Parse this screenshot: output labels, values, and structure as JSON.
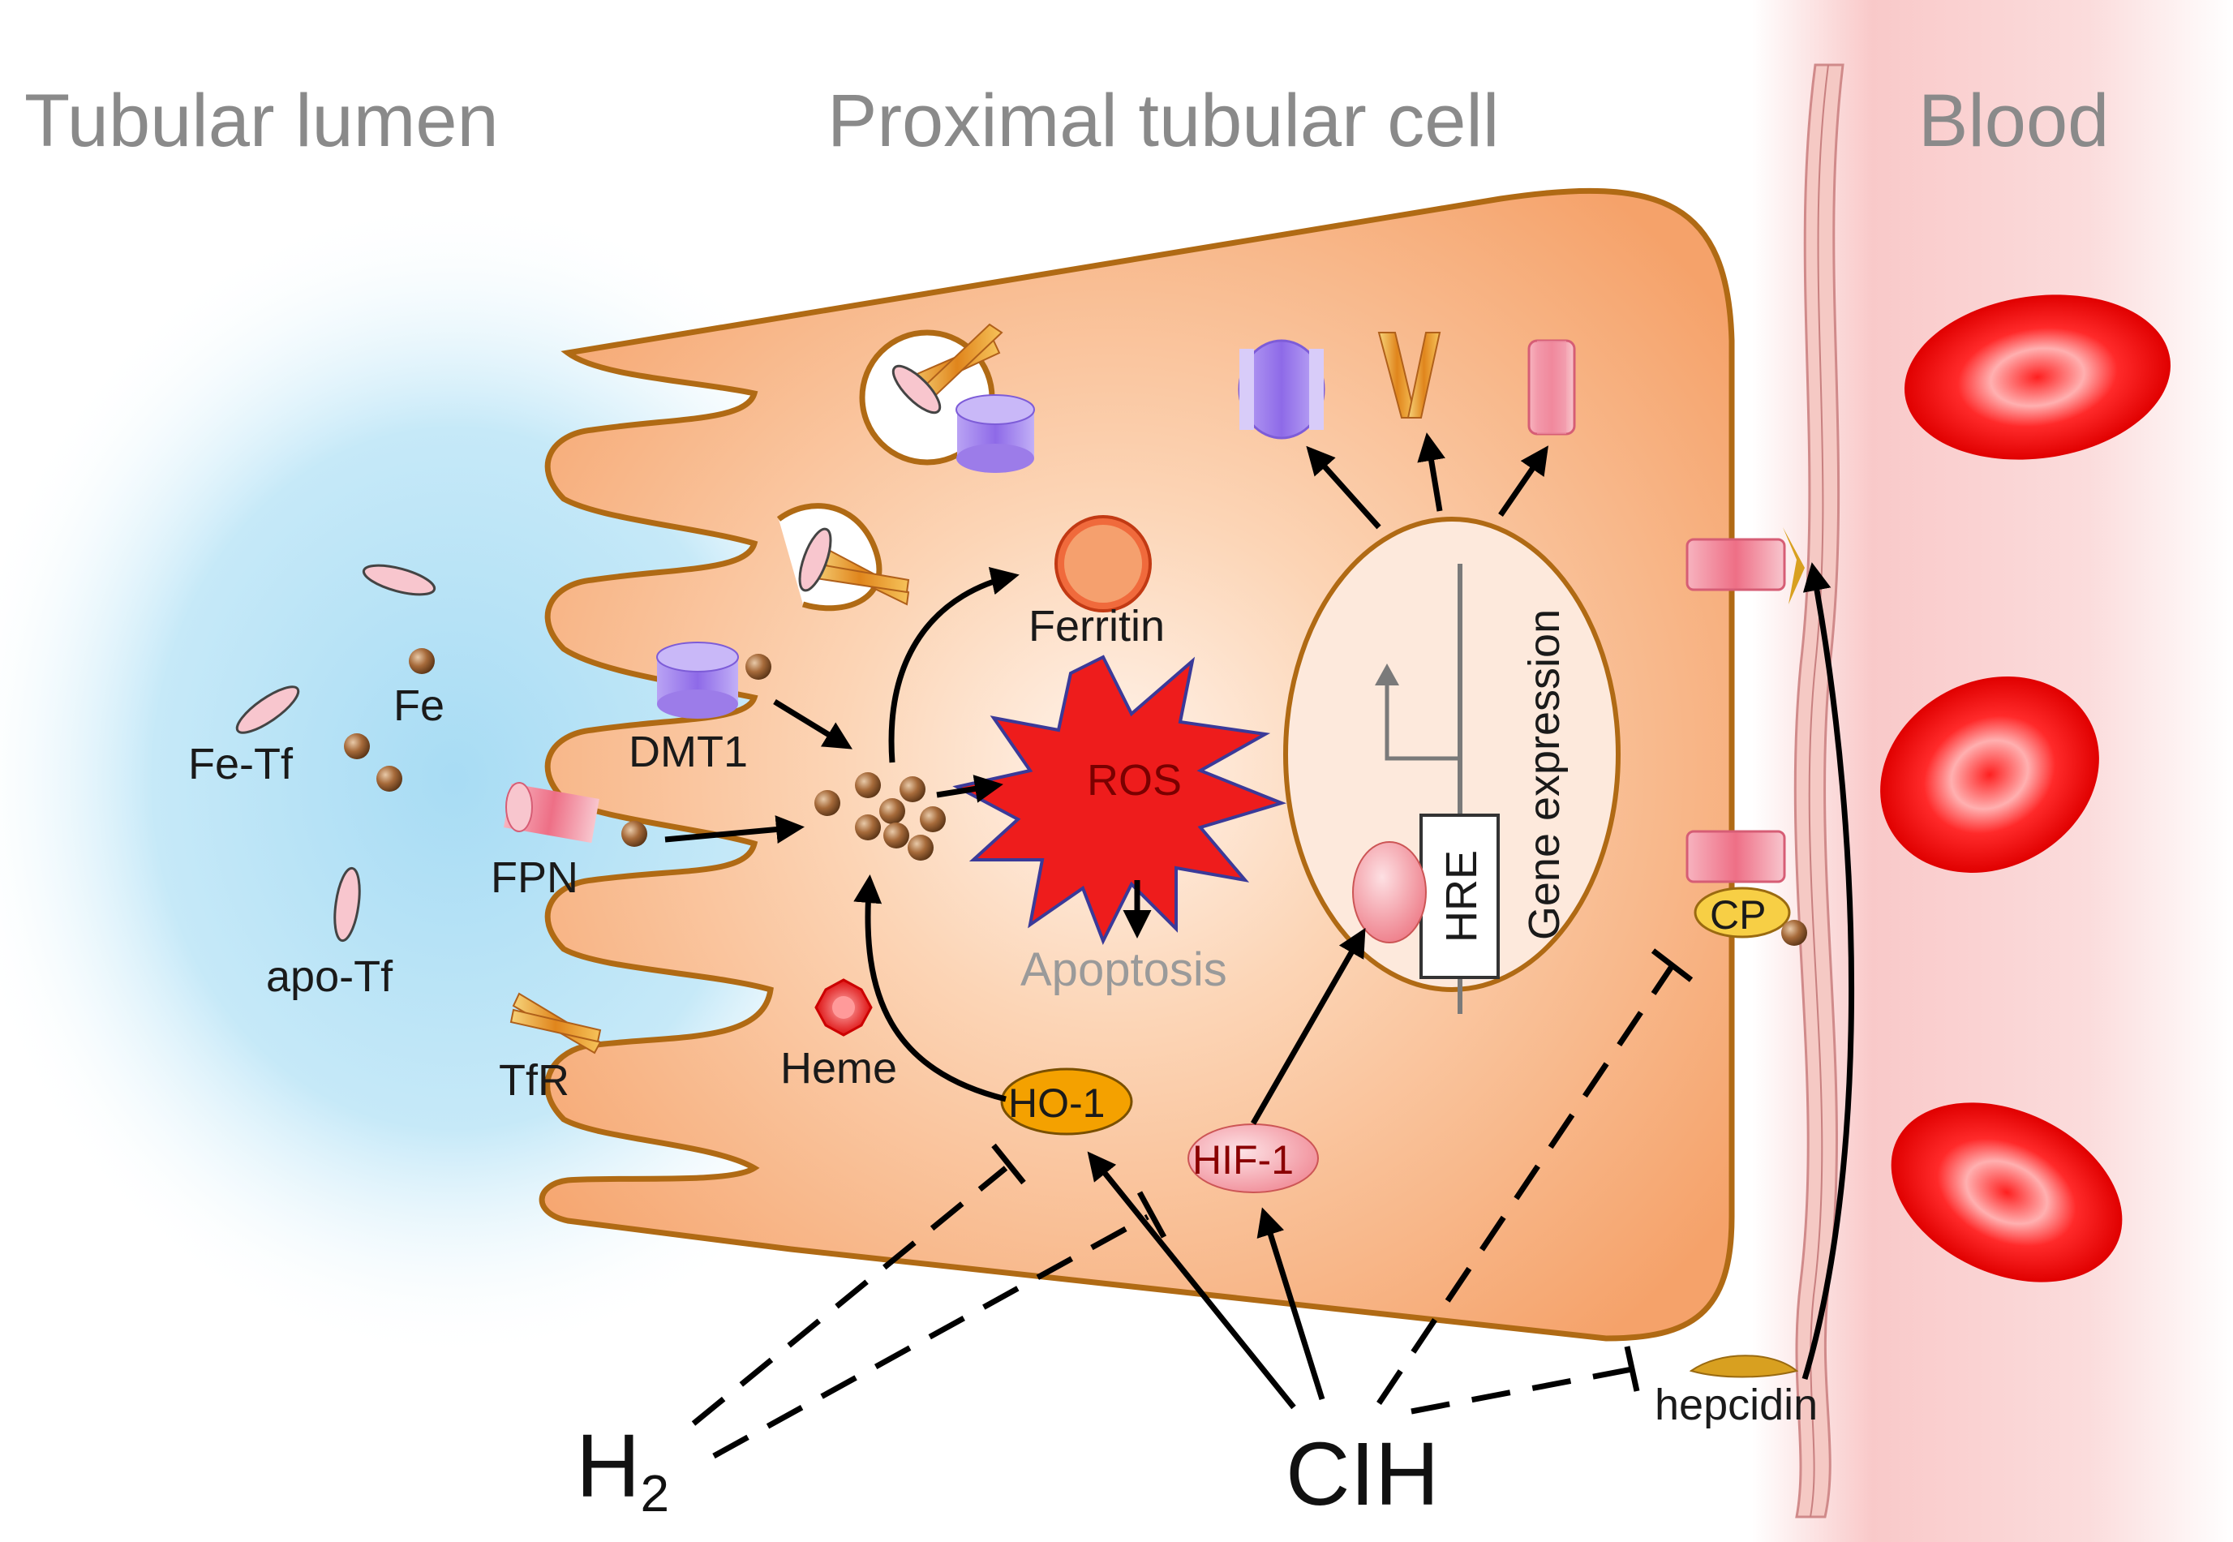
{
  "regions": {
    "lumen": "Tubular lumen",
    "cell": "Proximal tubular cell",
    "blood": "Blood"
  },
  "lumen_labels": {
    "fe": "Fe",
    "fe_tf": "Fe-Tf",
    "apo_tf": "apo-Tf"
  },
  "transporters": {
    "dmt1": "DMT1",
    "fpn": "FPN",
    "tfr": "TfR",
    "cp": "CP"
  },
  "cell_labels": {
    "ferritin": "Ferritin",
    "ros": "ROS",
    "apoptosis": "Apoptosis",
    "heme": "Heme",
    "ho1": "HO-1",
    "hif1": "HIF-1",
    "hre": "HRE",
    "gene_expression": "Gene expression"
  },
  "factors": {
    "h2_main": "H",
    "h2_sub": "2",
    "cih": "CIH",
    "hepcidin": "hepcidin"
  },
  "colors": {
    "cell_fill": "#f7b07a",
    "cell_border": "#b06a14",
    "lumen_blue": "#a8dcf4",
    "blood_red": "#f7c6c6",
    "ros_red": "#ee1c1c",
    "ho1_orange": "#f4a100",
    "hif_pink": "#f4a0a8"
  }
}
